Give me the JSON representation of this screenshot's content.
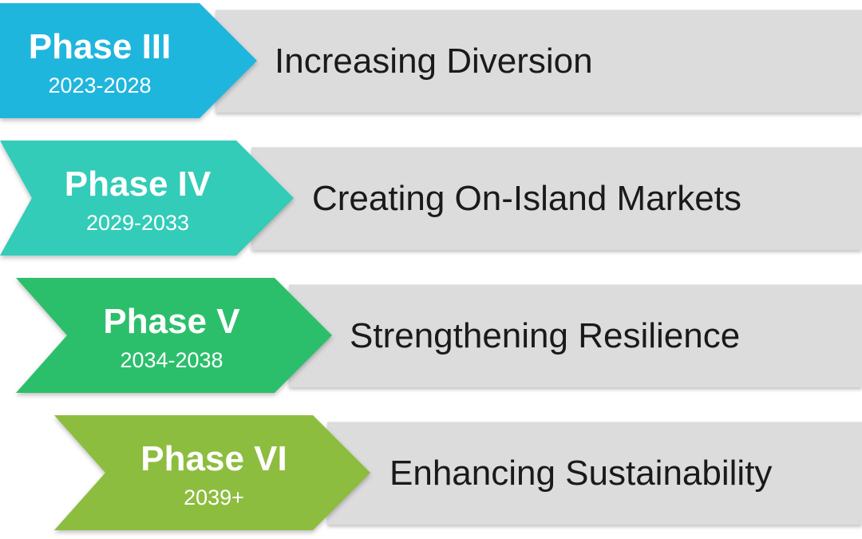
{
  "phases": [
    {
      "title": "Phase III",
      "years": "2023-2028",
      "description": "Increasing Diversion",
      "color": "#1fb6de"
    },
    {
      "title": "Phase IV",
      "years": "2029-2033",
      "description": "Creating On-Island Markets",
      "color": "#33ccb8"
    },
    {
      "title": "Phase V",
      "years": "2034-2038",
      "description": "Strengthening Resilience",
      "color": "#2cbf6b"
    },
    {
      "title": "Phase VI",
      "years": "2039+",
      "description": "Enhancing Sustainability",
      "color": "#8dbd3f"
    }
  ]
}
